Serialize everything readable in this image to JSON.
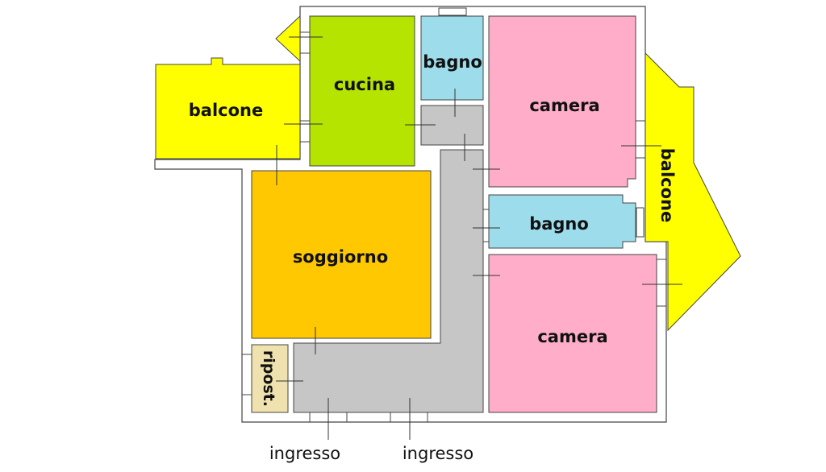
{
  "rooms": {
    "balcone_left": {
      "label": "balcone",
      "color": "#FFFF00"
    },
    "cucina": {
      "label": "cucina",
      "color": "#B5E400"
    },
    "bagno_top": {
      "label": "bagno",
      "color": "#9CDCEB"
    },
    "camera_top": {
      "label": "camera",
      "color": "#FFADC9"
    },
    "balcone_right": {
      "label": "balcone",
      "color": "#FFFF00"
    },
    "soggiorno": {
      "label": "soggiorno",
      "color": "#FFC800"
    },
    "bagno_mid": {
      "label": "bagno",
      "color": "#9CDCEB"
    },
    "camera_bottom": {
      "label": "camera",
      "color": "#FFADC9"
    },
    "ripostiglio": {
      "label": "ripost.",
      "color": "#F0E2AE"
    },
    "corridoio": {
      "color": "#C6C6C6"
    }
  },
  "entrances": [
    {
      "label": "ingresso"
    },
    {
      "label": "ingresso"
    }
  ],
  "wall_color": "#444444"
}
